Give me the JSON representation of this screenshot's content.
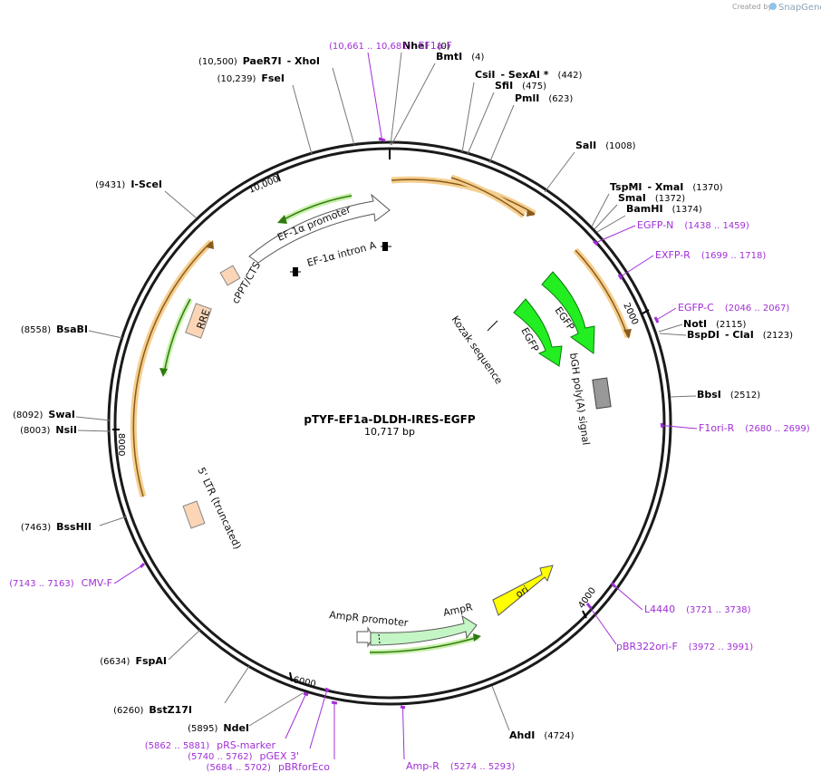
{
  "credit": {
    "prefix": "Created by",
    "brand": "SnapGene"
  },
  "plasmid": {
    "name": "pTYF-EF1a-DLDH-IRES-EGFP",
    "size_label": "10,717 bp"
  },
  "ticks": [
    "10,000",
    "2000",
    "4000",
    "6000",
    "8000"
  ],
  "sites": [
    {
      "name": "NheI",
      "pos": "(0)"
    },
    {
      "name": "BmtI",
      "pos": "(4)"
    },
    {
      "name": "CsiI",
      "name2": "- SexAI *",
      "pos": "(442)"
    },
    {
      "name": "SfiI",
      "pos": "(475)"
    },
    {
      "name": "PmlI",
      "pos": "(623)"
    },
    {
      "name": "SalI",
      "pos": "(1008)"
    },
    {
      "name": "TspMI",
      "name2": "- XmaI",
      "pos": "(1370)"
    },
    {
      "name": "SmaI",
      "pos": "(1372)"
    },
    {
      "name": "BamHI",
      "pos": "(1374)"
    },
    {
      "name": "NotI",
      "pos": "(2115)"
    },
    {
      "name": "BspDI",
      "name2": "- ClaI",
      "pos": "(2123)"
    },
    {
      "name": "BbsI",
      "pos": "(2512)"
    },
    {
      "name": "AhdI",
      "pos": "(4724)"
    },
    {
      "name": "NdeI",
      "pos": "(5895)"
    },
    {
      "name": "BstZ17I",
      "pos": "(6260)"
    },
    {
      "name": "FspAI",
      "pos": "(6634)"
    },
    {
      "name": "BssHII",
      "pos": "(7463)"
    },
    {
      "name": "NsiI",
      "pos": "(8003)"
    },
    {
      "name": "SwaI",
      "pos": "(8092)"
    },
    {
      "name": "BsaBI",
      "pos": "(8558)"
    },
    {
      "name": "I-SceI",
      "pos": "(9431)"
    },
    {
      "name": "FseI",
      "pos": "(10,239)"
    },
    {
      "name": "PaeR7I",
      "name2": "- XhoI",
      "pos": "(10,500)"
    }
  ],
  "primers": [
    {
      "name": "EF1a-F",
      "pos": "(10,661 .. 10,681)"
    },
    {
      "name": "EGFP-N",
      "pos": "(1438 .. 1459)"
    },
    {
      "name": "EXFP-R",
      "pos": "(1699 .. 1718)"
    },
    {
      "name": "EGFP-C",
      "pos": "(2046 .. 2067)"
    },
    {
      "name": "F1ori-R",
      "pos": "(2680 .. 2699)"
    },
    {
      "name": "L4440",
      "pos": "(3721 .. 3738)"
    },
    {
      "name": "pBR322ori-F",
      "pos": "(3972 .. 3991)"
    },
    {
      "name": "Amp-R",
      "pos": "(5274 .. 5293)"
    },
    {
      "name": "pRS-marker",
      "pos": "(5862 .. 5881)"
    },
    {
      "name": "pGEX 3'",
      "pos": "(5740 .. 5762)"
    },
    {
      "name": "pBRforEco",
      "pos": "(5684 .. 5702)"
    },
    {
      "name": "CMV-F",
      "pos": "(7143 .. 7163)"
    }
  ],
  "features": {
    "ef1a_promoter": "EF-1α promoter",
    "ef1a_intron": "EF-1α intron A",
    "cppt": "cPPT/CTS",
    "rre": "RRE",
    "kozak": "Kozak sequence",
    "egfp_a": "EGFP",
    "egfp_b": "EGFP",
    "bgh": "bGH poly(A) signal",
    "ltr": "5' LTR (truncated)",
    "ampr_promoter": "AmpR promoter",
    "ampr": "AmpR",
    "ori": "ori"
  },
  "colors": {
    "backbone": "#1a1a1a",
    "primer": "#a12fd6",
    "orf_highlight": "#f5cf8e",
    "orf_line": "#8a5a1e",
    "egfp": "#22ee22",
    "ori": "#ffff00",
    "ampr": "#c4f5c4",
    "misc": "#fbd5b5",
    "polyA": "#999999"
  }
}
